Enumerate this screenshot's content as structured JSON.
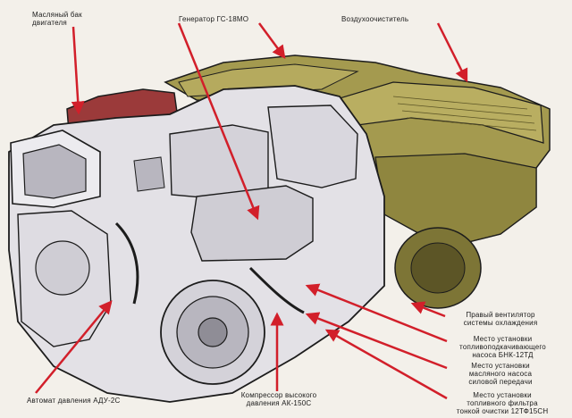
{
  "colors": {
    "engine_outline": "#1c1c1c",
    "engine_fill": "#e3e1e6",
    "engine_shade": "#b8b6bf",
    "air_cleaner": "#a49a4f",
    "air_cleaner_dark": "#7d7536",
    "oil_tank": "#9b3a3a",
    "pointer": "#d21f2a",
    "background": "#f3f0ea"
  },
  "labels": {
    "oil_tank": [
      "Масляный бак",
      "двигателя"
    ],
    "generator": [
      "Генератор ГС-18МО"
    ],
    "air_cleaner": [
      "Воздухоочиститель"
    ],
    "fan": [
      "Правый вентилятор",
      "системы охлаждения"
    ],
    "booster_pump": [
      "Место установки",
      "топливоподкачивающего",
      "насоса БНК-12ТД"
    ],
    "oil_pump": [
      "Место установки",
      "масляного насоса",
      "силовой передачи"
    ],
    "fuel_filter": [
      "Место установки",
      "топливного фильтра",
      "тонкой очистки 12ТФ15СН"
    ],
    "compressor": [
      "Компрессор высокого",
      "давления АК-150С"
    ],
    "pressure_regulator": [
      "Автомат давления АДУ-2С"
    ]
  },
  "icons": [
    "arrow-pointer-icon"
  ]
}
